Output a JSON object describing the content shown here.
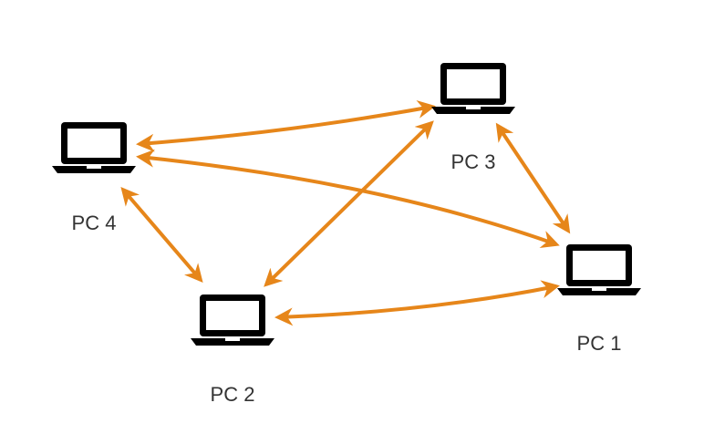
{
  "diagram": {
    "type": "network",
    "colors": {
      "edge": "#E6861A",
      "icon": "#000000",
      "label": "#333333",
      "background": "#ffffff"
    },
    "nodes": [
      {
        "id": "pc1",
        "label": "PC 1",
        "icon": "laptop-icon"
      },
      {
        "id": "pc2",
        "label": "PC 2",
        "icon": "laptop-icon"
      },
      {
        "id": "pc3",
        "label": "PC 3",
        "icon": "laptop-icon"
      },
      {
        "id": "pc4",
        "label": "PC 4",
        "icon": "laptop-icon"
      }
    ],
    "edges": [
      {
        "from": "pc4",
        "to": "pc3",
        "direction": "both"
      },
      {
        "from": "pc4",
        "to": "pc1",
        "direction": "both"
      },
      {
        "from": "pc4",
        "to": "pc2",
        "direction": "both"
      },
      {
        "from": "pc3",
        "to": "pc2",
        "direction": "both"
      },
      {
        "from": "pc3",
        "to": "pc1",
        "direction": "both"
      },
      {
        "from": "pc2",
        "to": "pc1",
        "direction": "both"
      }
    ]
  }
}
